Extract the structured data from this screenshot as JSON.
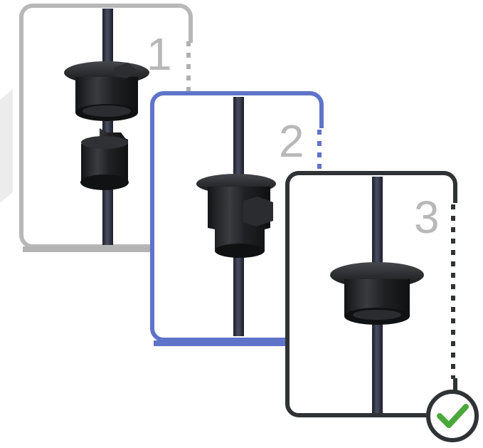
{
  "steps": [
    {
      "number": "1",
      "frame_color": "#b8b8b8",
      "state": "cap-split-open"
    },
    {
      "number": "2",
      "frame_color": "#5f73c9",
      "state": "cap-pressed-onto-rod"
    },
    {
      "number": "3",
      "frame_color": "#2f3336",
      "state": "cap-closed-on-rod"
    }
  ],
  "colors": {
    "rod": "#2e3140",
    "cap": "#1f2124",
    "check_ring": "#2f3336",
    "check_mark": "#4aa83a",
    "background": "#ffffff"
  },
  "icons": {
    "step_arrow": "arrow-right-icon",
    "completion": "checkmark-icon"
  }
}
